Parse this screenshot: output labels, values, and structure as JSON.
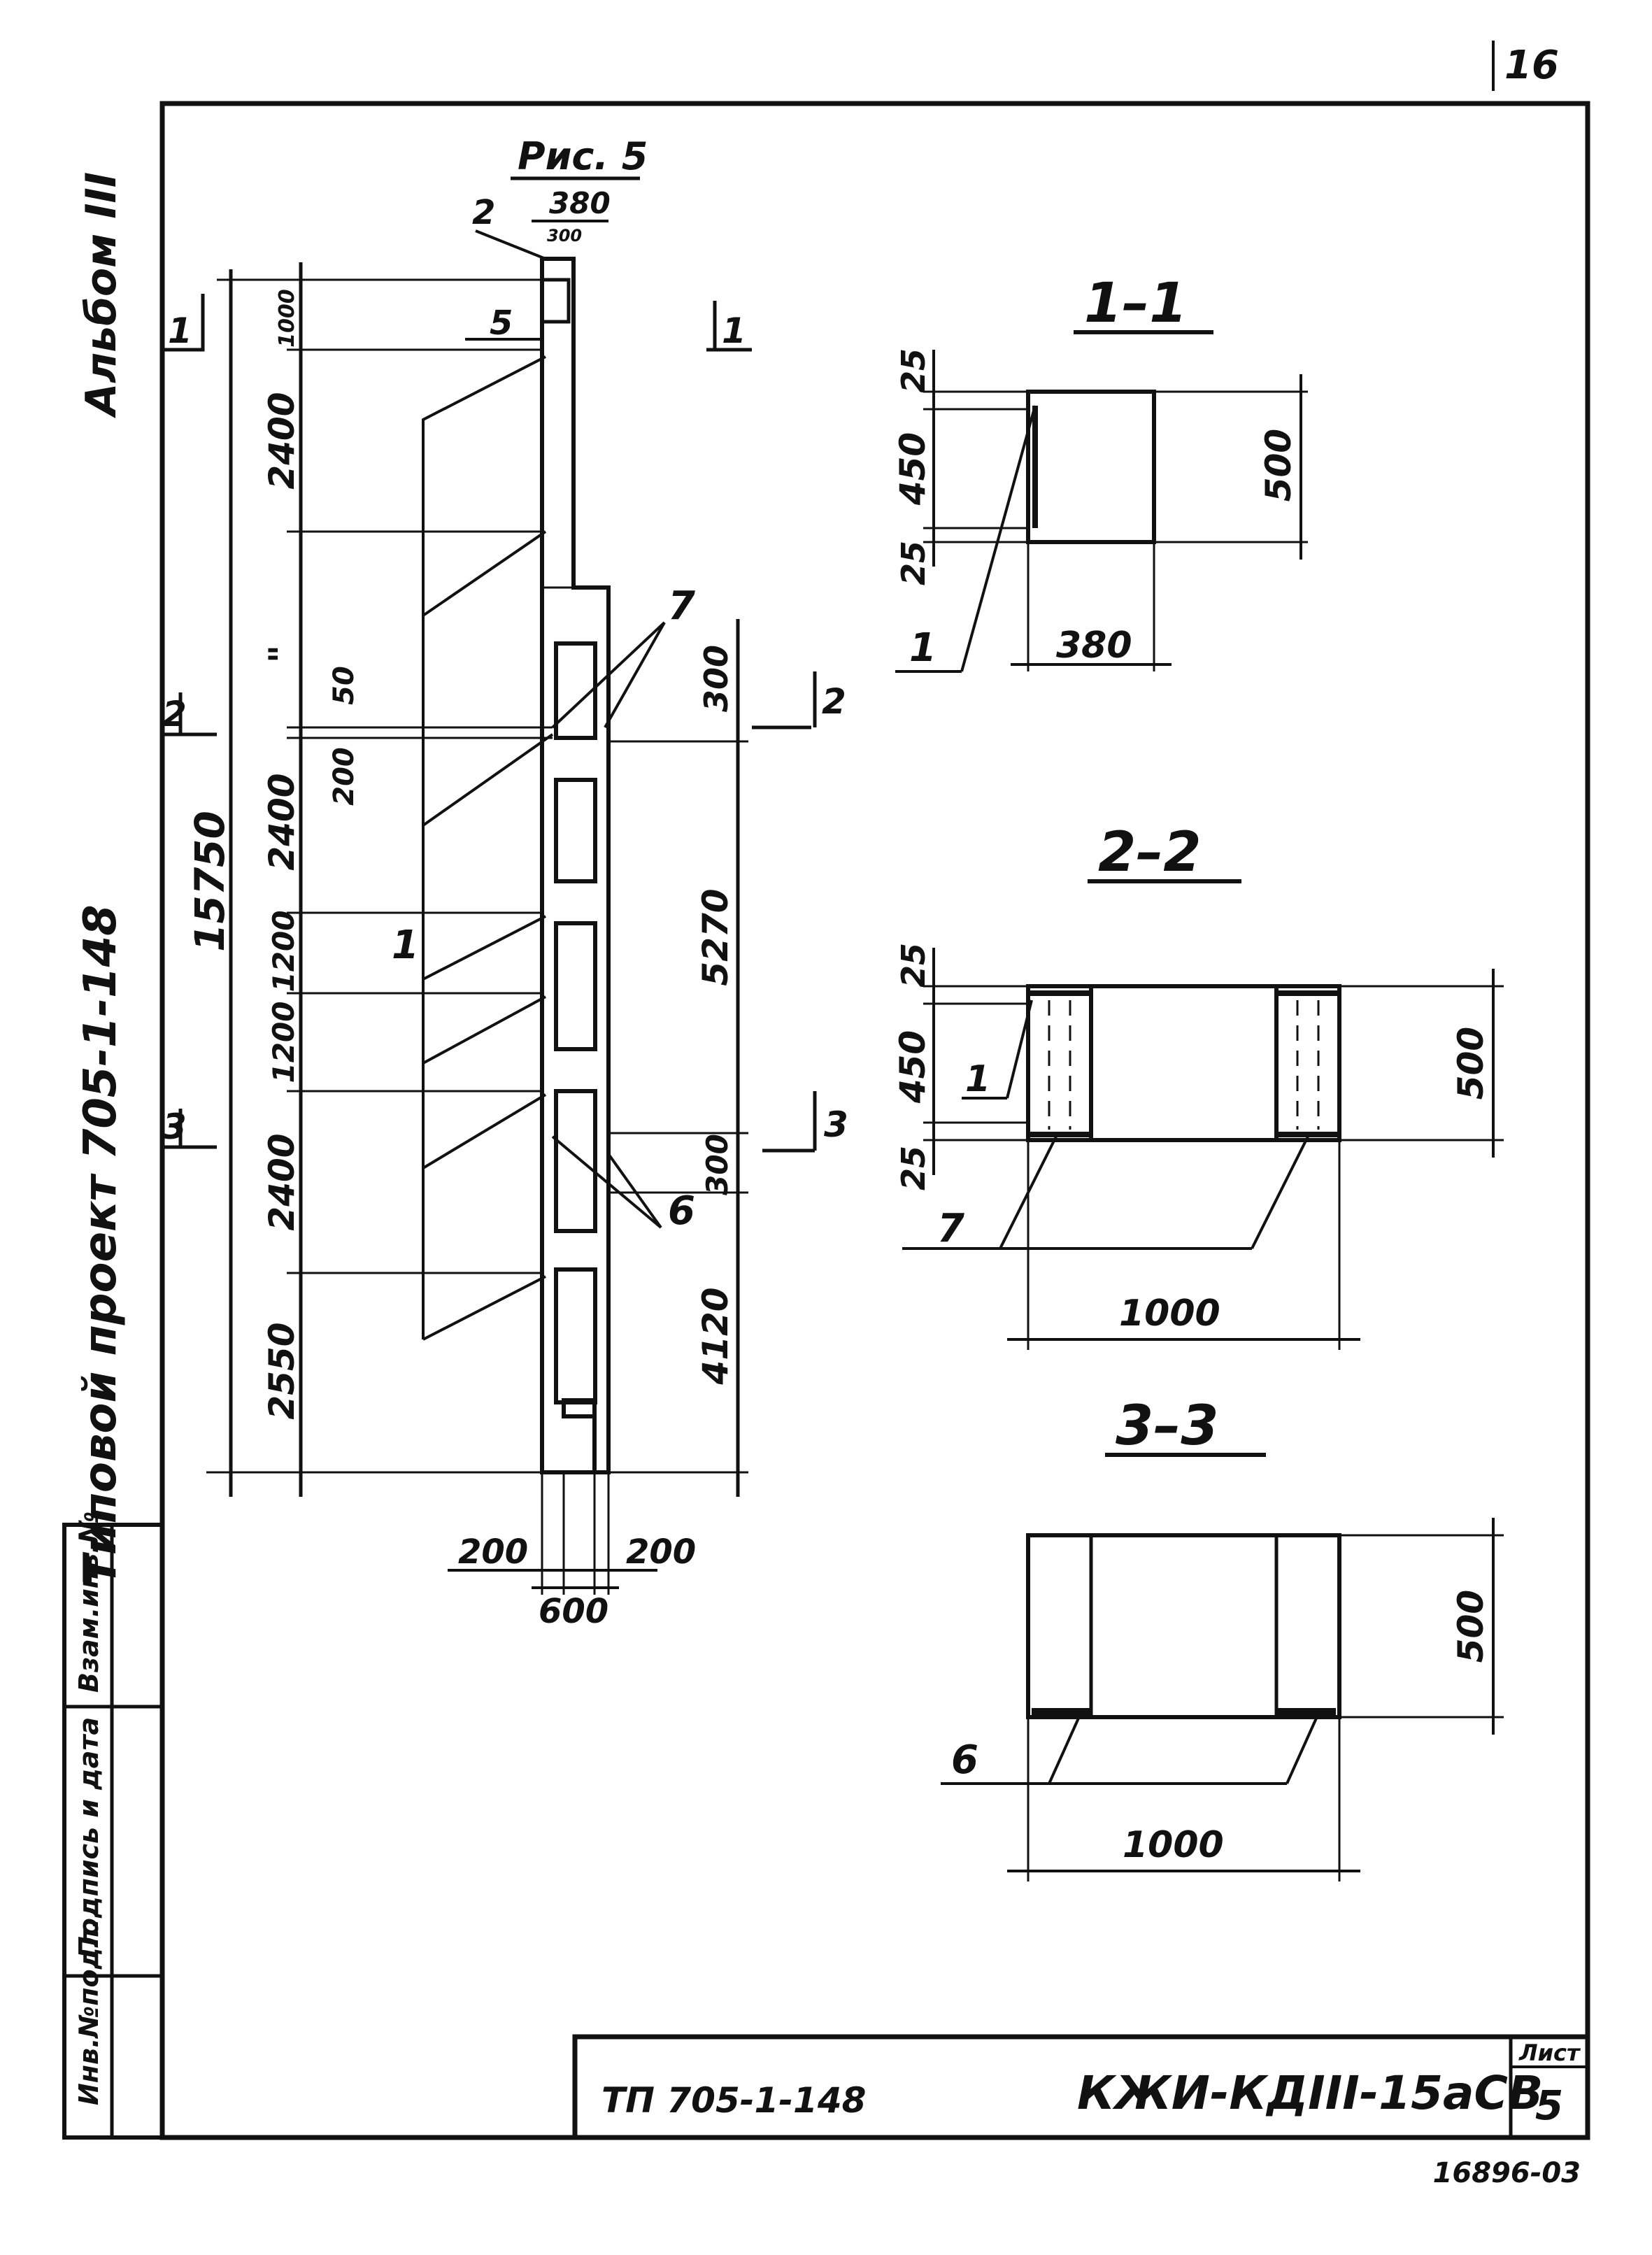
{
  "sheet_page_number": "16",
  "side_labels": {
    "album": "Альбом III",
    "project": "Типовой проект 705-1-148"
  },
  "stamp_cells": [
    "Инв.№подл.",
    "Подпись и дата",
    "Взам.инв.№"
  ],
  "elevation": {
    "title": "Рис. 5",
    "top_dims": [
      "380",
      "300"
    ],
    "callouts": [
      "1",
      "2",
      "5",
      "6",
      "7"
    ],
    "section_marks": [
      "1",
      "1",
      "2",
      "2",
      "3",
      "3"
    ],
    "left_dims": [
      "1000",
      "2400",
      "\"",
      "50",
      "200",
      "2400",
      "1200",
      "1200",
      "2400",
      "2550"
    ],
    "overall_height": "15750",
    "right_dims": [
      "300",
      "5270",
      "300",
      "4120"
    ],
    "bottom_dims": [
      "200",
      "200",
      "600"
    ]
  },
  "section_1": {
    "title": "1–1",
    "dims": [
      "25",
      "450",
      "25",
      "500",
      "380"
    ],
    "callout": "1"
  },
  "section_2": {
    "title": "2–2",
    "dims": [
      "25",
      "450",
      "25",
      "500",
      "1000"
    ],
    "callouts": [
      "1",
      "7"
    ]
  },
  "section_3": {
    "title": "3–3",
    "dims": [
      "500",
      "1000"
    ],
    "callout": "6"
  },
  "title_block": {
    "project_code": "ТП 705-1-148",
    "drawing_code": "КЖИ-КДIII-15аСВ",
    "sheet_label": "Лист",
    "sheet_number": "5"
  },
  "archive_number": "16896-03"
}
